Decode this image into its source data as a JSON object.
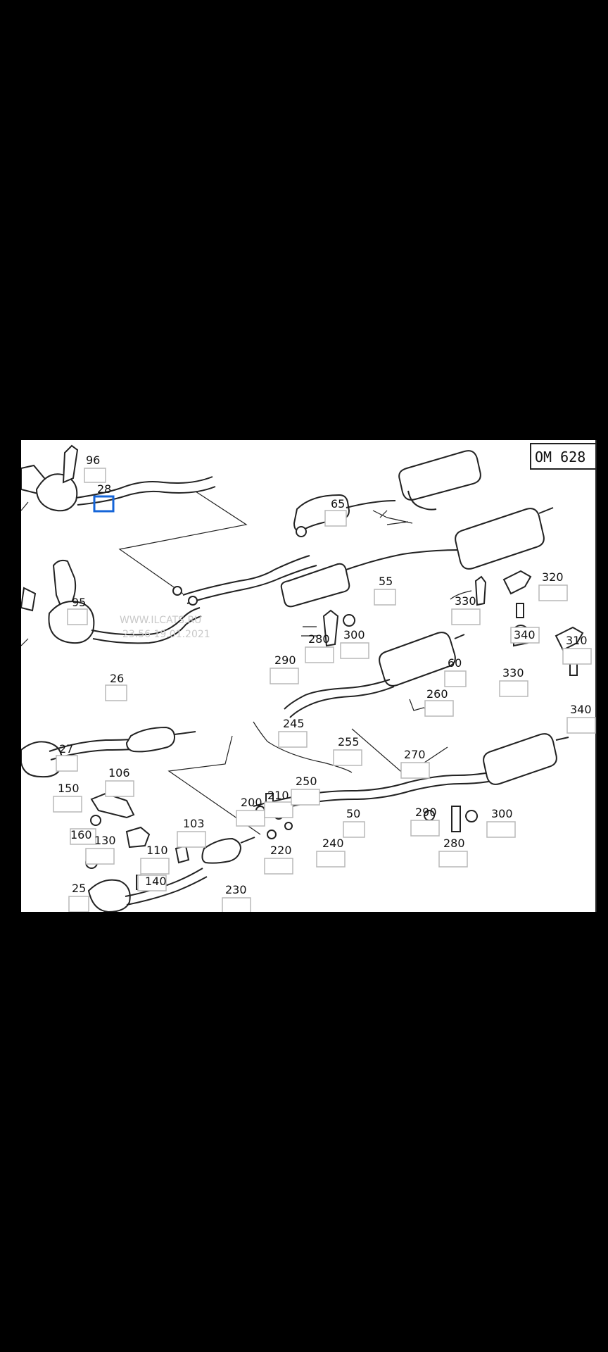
{
  "diagram": {
    "title": "OM 628",
    "watermark": {
      "site": "WWW.ILCATS.RU",
      "timestamp": "23.56 19.01.2021"
    },
    "highlight_color": "#1565d8",
    "highlighted_part": "28",
    "parts": [
      "96",
      "28",
      "65",
      "95",
      "26",
      "27",
      "150",
      "106",
      "160",
      "130",
      "103",
      "110",
      "140",
      "25",
      "200",
      "210",
      "220",
      "230",
      "250",
      "245",
      "255",
      "240",
      "50",
      "270",
      "290",
      "280",
      "300",
      "320",
      "330",
      "340",
      "310",
      "60",
      "55",
      "260"
    ]
  }
}
